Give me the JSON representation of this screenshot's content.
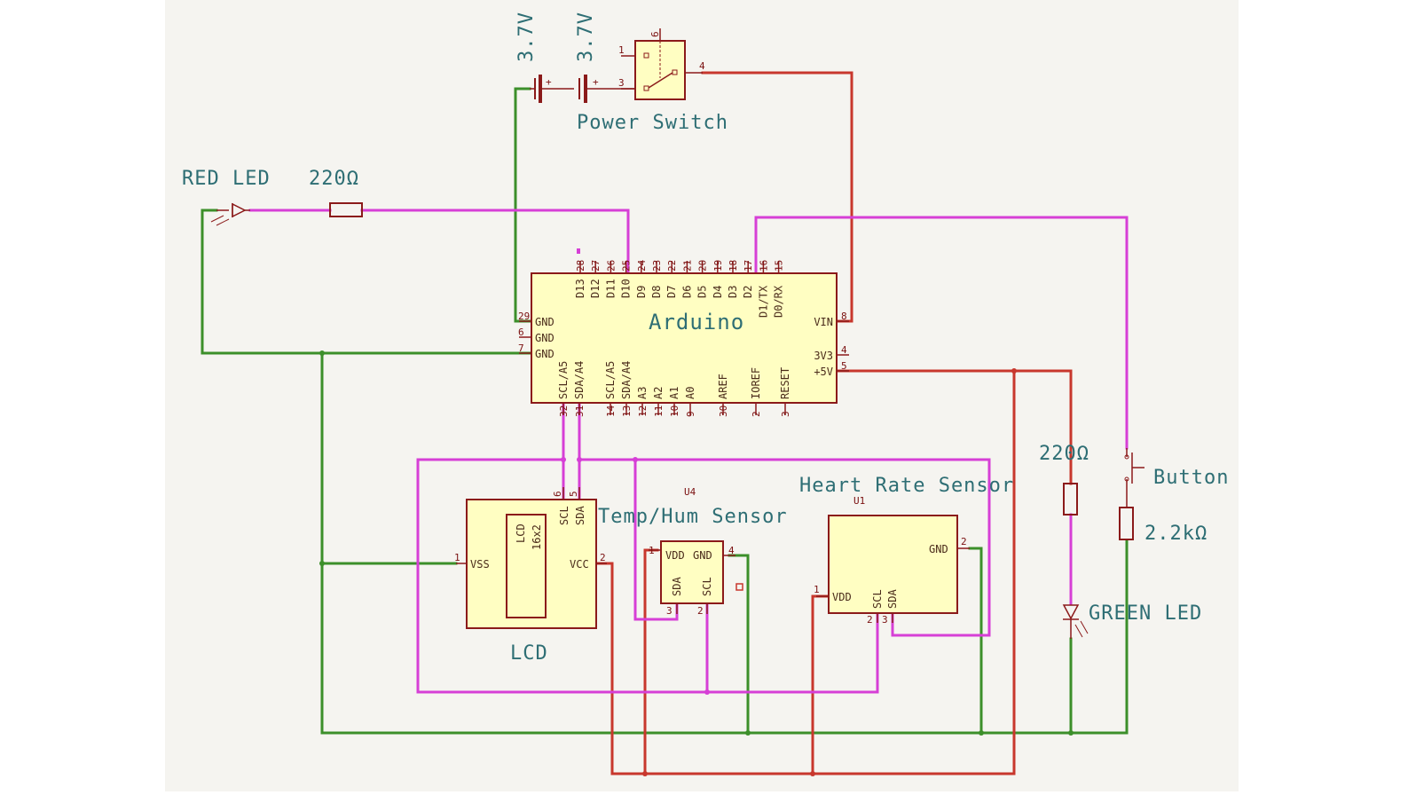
{
  "colors": {
    "gnd_wire": "#3c8f2a",
    "power_wire": "#c8372d",
    "signal_wire": "#d63fd6",
    "symbol_fill": "#fffec2",
    "symbol_outline": "#8b1a1a",
    "label_text": "#2e6e74"
  },
  "batteries": {
    "b1": "3.7V",
    "b2": "3.7V"
  },
  "switch": {
    "title": "Power Switch",
    "pin1": "1",
    "pin3": "3",
    "pin4": "4",
    "pin6": "6"
  },
  "red_led": {
    "label": "RED LED"
  },
  "r_red": {
    "label": "220Ω"
  },
  "r_green": {
    "label": "220Ω"
  },
  "r_button": {
    "label": "2.2kΩ"
  },
  "green_led": {
    "label": "GREEN LED"
  },
  "button": {
    "label": "Button"
  },
  "arduino": {
    "title": "Arduino",
    "top_pins": [
      "D13",
      "D12",
      "D11",
      "D10",
      "D9",
      "D8",
      "D7",
      "D6",
      "D5",
      "D4",
      "D3",
      "D2",
      "D1/TX",
      "D0/RX"
    ],
    "top_nums": [
      "28",
      "27",
      "26",
      "25",
      "24",
      "23",
      "22",
      "21",
      "20",
      "19",
      "18",
      "17",
      "16",
      "15"
    ],
    "bottom_pins": [
      "SCL/A5",
      "SDA/A4",
      "SCL/A5",
      "SDA/A4",
      "A3",
      "A2",
      "A1",
      "A0",
      "AREF",
      "IOREF",
      "RESET"
    ],
    "bottom_nums": [
      "32",
      "31",
      "14",
      "13",
      "12",
      "11",
      "10",
      "9",
      "30",
      "2",
      "3"
    ],
    "left_pins": [
      "GND",
      "GND",
      "GND"
    ],
    "left_nums": [
      "29",
      "6",
      "7"
    ],
    "right_pins": [
      "VIN",
      "3V3",
      "+5V"
    ],
    "right_nums": [
      "8",
      "4",
      "5"
    ]
  },
  "lcd": {
    "title": "LCD",
    "inner": "LCD",
    "inner2": "16x2",
    "vss": "VSS",
    "vcc": "VCC",
    "scl": "SCL",
    "sda": "SDA",
    "n1": "1",
    "n2": "2",
    "n6": "6",
    "n5": "5"
  },
  "temp": {
    "ref": "U4",
    "title": "Temp/Hum Sensor",
    "vdd": "VDD",
    "gnd": "GND",
    "sda": "SDA",
    "scl": "SCL",
    "n1": "1",
    "n4": "4",
    "n3": "3",
    "n2": "2"
  },
  "heart": {
    "ref": "U1",
    "title": "Heart Rate Sensor",
    "vdd": "VDD",
    "gnd": "GND",
    "scl": "SCL",
    "sda": "SDA",
    "n1": "1",
    "n2": "2",
    "n3": "3",
    "n2b": "2"
  }
}
